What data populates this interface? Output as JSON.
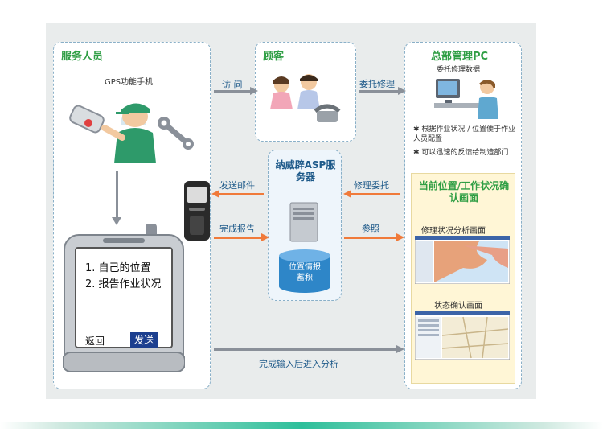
{
  "service_staff": {
    "title": "服务人员",
    "gps_label": "GPS功能手机",
    "phone_screen": {
      "item1": "1. 自己的位置",
      "item2": "2. 报告作业状况",
      "back": "返回",
      "send": "发送"
    }
  },
  "customer": {
    "title": "顾客"
  },
  "hq": {
    "title": "总部管理PC",
    "subtitle": "委托修理数据",
    "note1": "根据作业状况 / 位置便于作业人员配置",
    "note2": "可以迅速的反馈给制造部门",
    "current_title": "当前位置/工作状况确认画面",
    "repair_screen": "修理状况分析画面",
    "status_screen": "状态确认画面"
  },
  "server": {
    "title": "纳威辟ASP服务器",
    "db_label": "位置情报蓄积"
  },
  "arrows": {
    "visit": "访 问",
    "repair_request": "委托修理",
    "send_mail": "发送邮件",
    "repair_commission": "修理委托",
    "complete_report": "完成报告",
    "reference": "参照",
    "analysis": "完成输入后进入分析"
  },
  "colors": {
    "title_green": "#2f9e44",
    "arrow_orange": "#f07a3a",
    "arrow_gray": "#8a9099",
    "label_blue": "#1e5a8a"
  }
}
